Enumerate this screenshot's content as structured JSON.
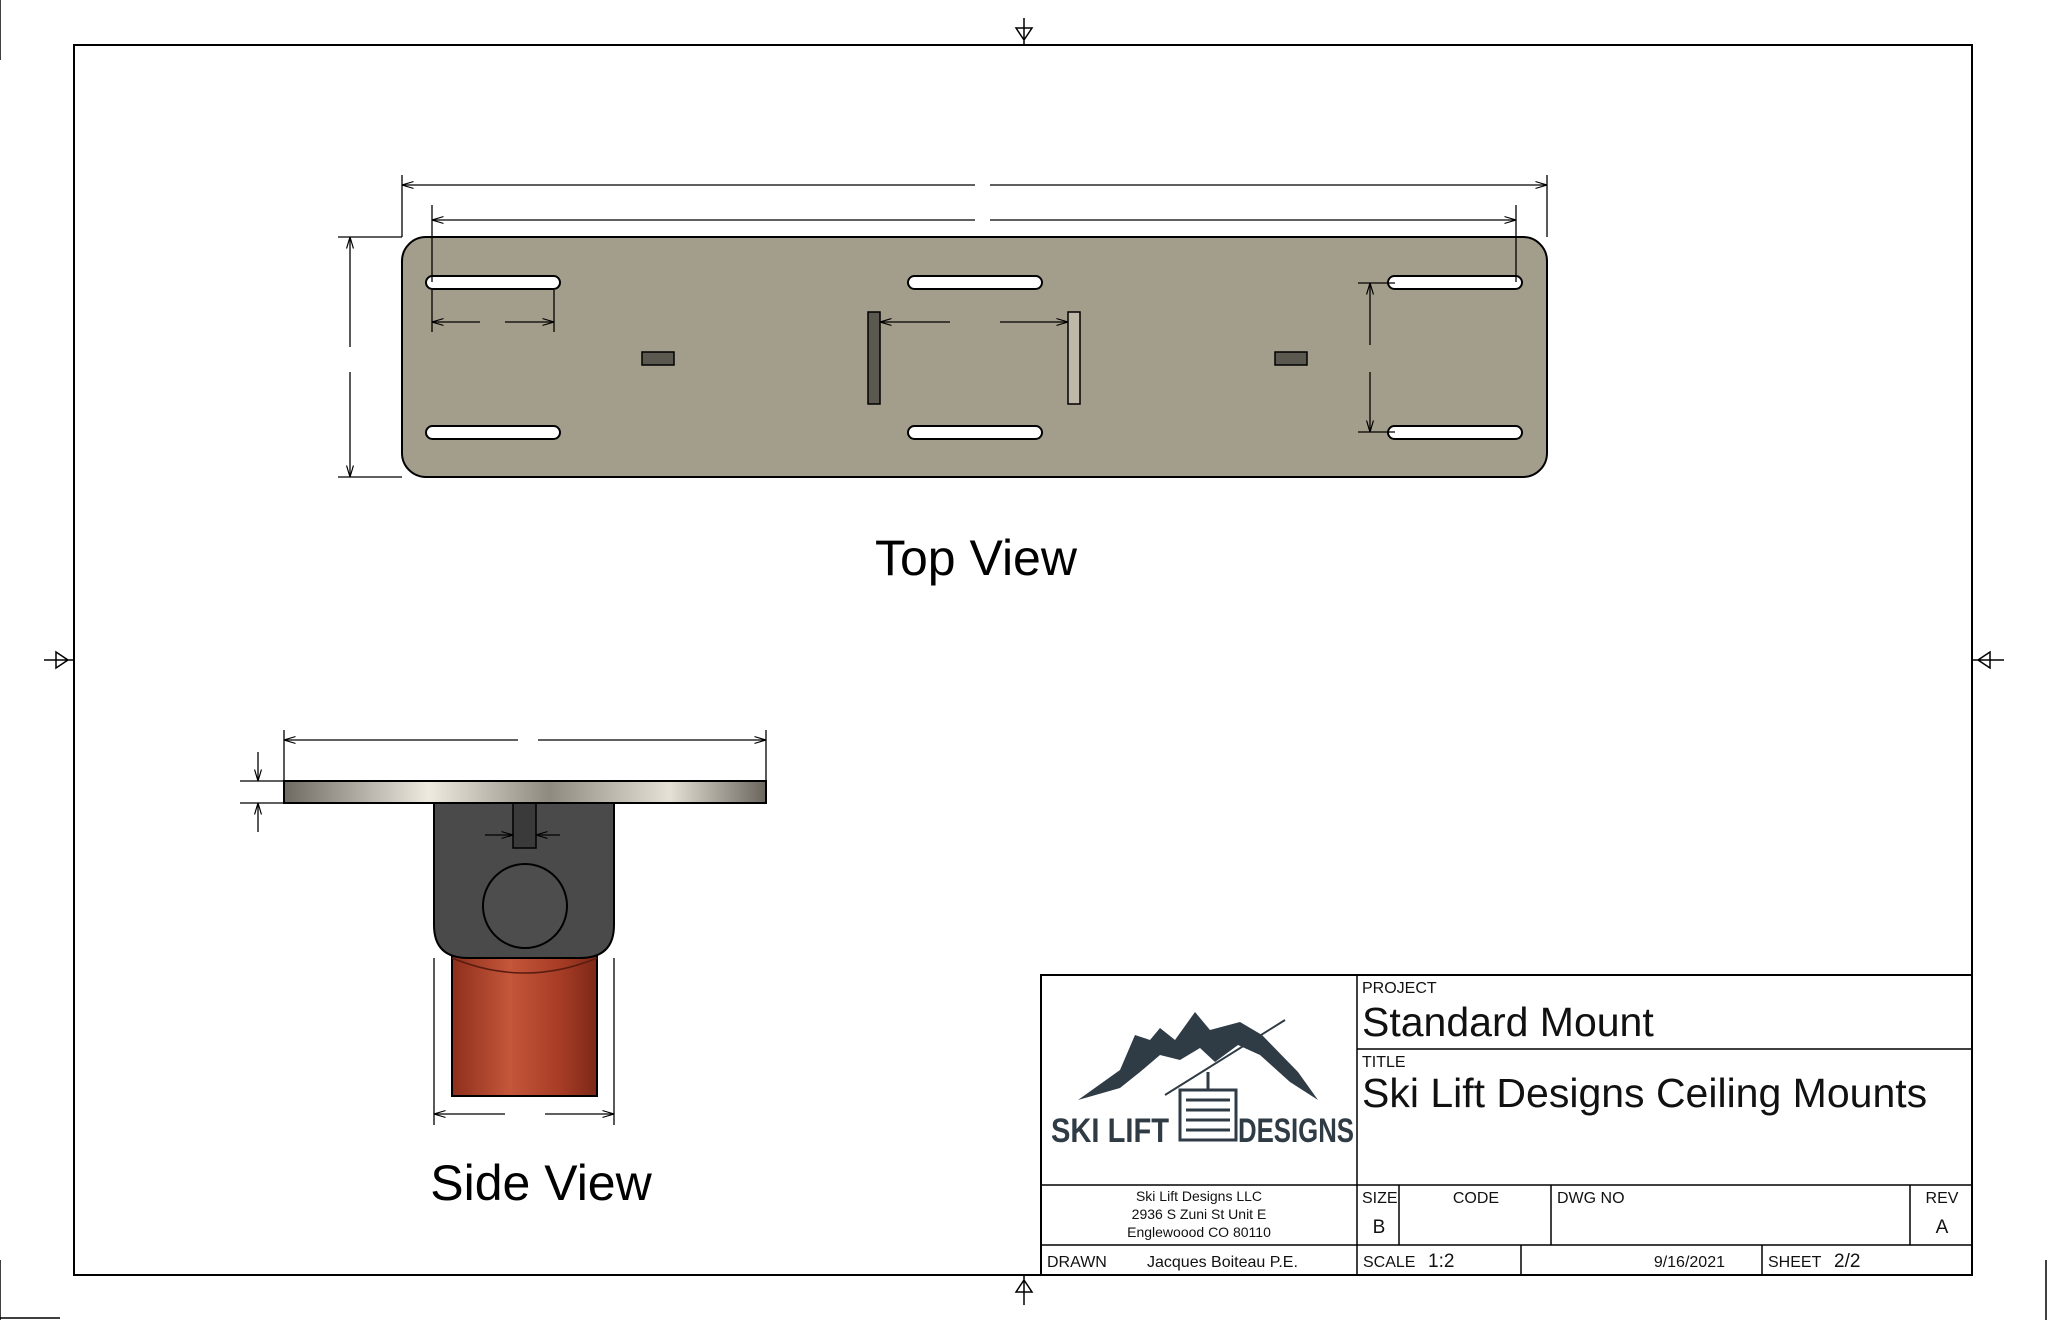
{
  "views": {
    "top_label": "Top View",
    "side_label": "Side View"
  },
  "title_block": {
    "project_label": "PROJECT",
    "project": "Standard Mount",
    "title_label": "TITLE",
    "title": "Ski Lift Designs Ceiling Mounts",
    "company_name": "Ski Lift Designs LLC",
    "company_address_1": "2936 S Zuni St Unit E",
    "company_address_2": "Englewoood CO 80110",
    "size_label": "SIZE",
    "size": "B",
    "code_label": "CODE",
    "dwg_no_label": "DWG NO",
    "rev_label": "REV",
    "rev": "A",
    "drawn_label": "DRAWN",
    "drawn_by": "Jacques Boiteau P.E.",
    "scale_label": "SCALE",
    "scale": "1:2",
    "date": "9/16/2021",
    "sheet_label": "SHEET",
    "sheet": "2/2"
  },
  "logo": {
    "text_left": "SKI LIFT",
    "text_right": "DESIGNS"
  },
  "colors": {
    "plate_fill": "#a39d8b",
    "bracket_fill": "#4a4a4a",
    "tube_fill": "#b8482e",
    "logo_fill": "#2f3b45"
  }
}
